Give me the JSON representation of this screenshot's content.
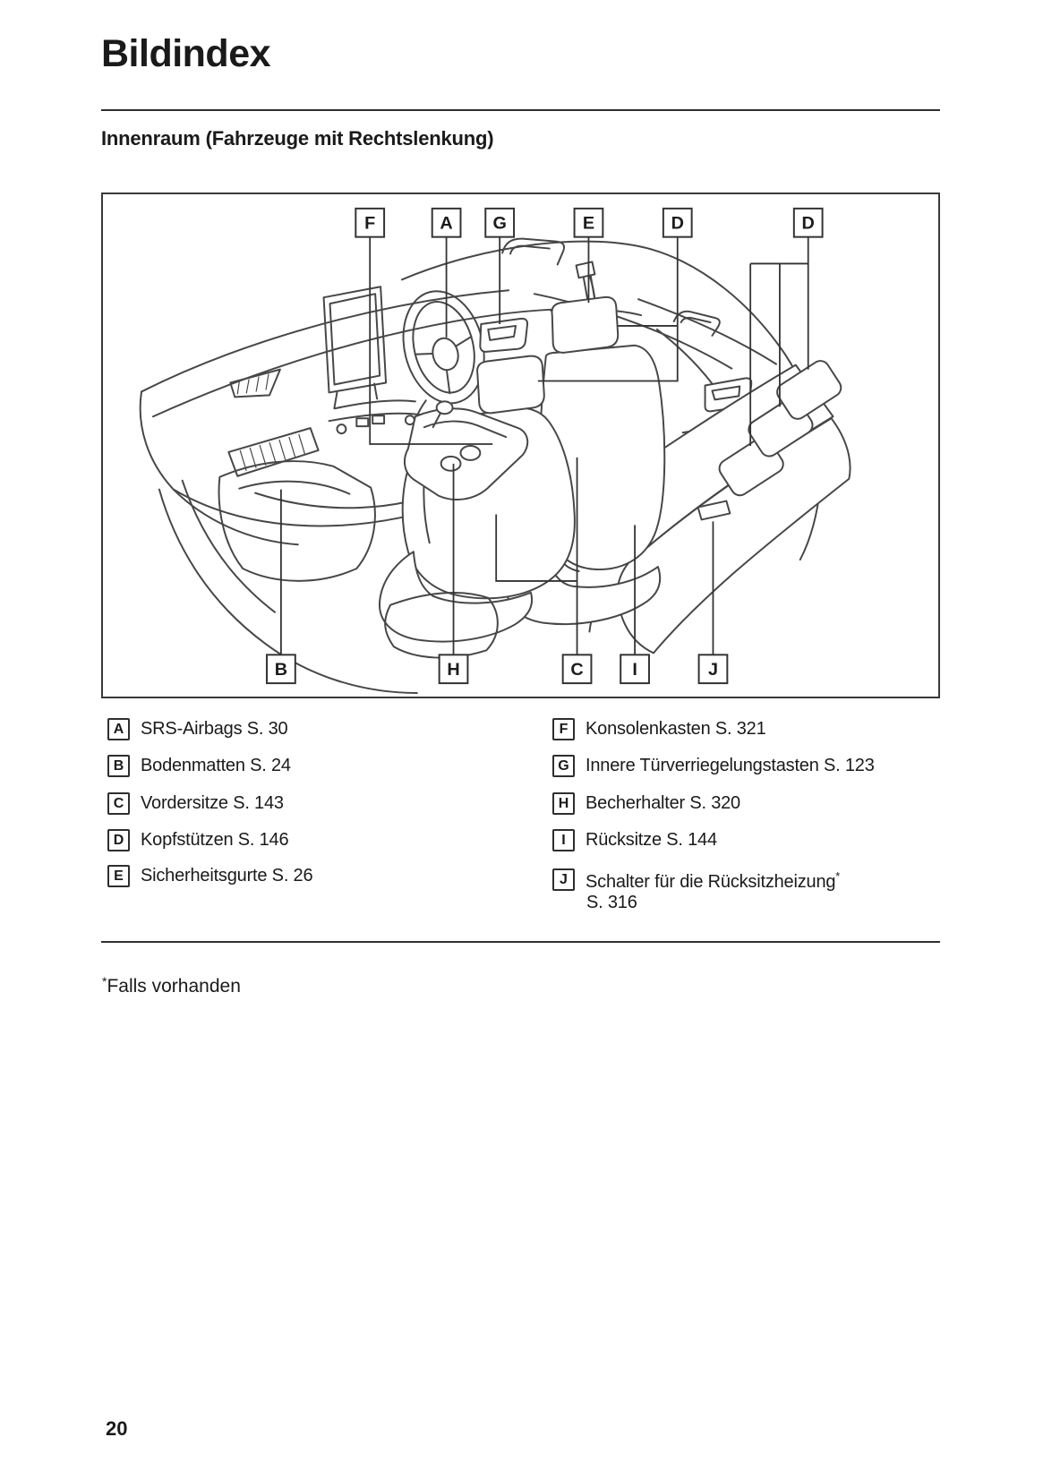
{
  "page": {
    "title": "Bildindex",
    "section_heading": "Innenraum (Fahrzeuge mit Rechtslenkung)",
    "number": "20"
  },
  "diagram": {
    "description": "line-drawing of vehicle interior, right-hand drive",
    "top_callouts": [
      "F",
      "A",
      "G",
      "E",
      "D",
      "D"
    ],
    "bottom_callouts": [
      "B",
      "H",
      "C",
      "I",
      "J"
    ]
  },
  "legend": {
    "left": [
      {
        "key": "A",
        "label": "SRS-Airbags S. 30"
      },
      {
        "key": "B",
        "label": "Bodenmatten S. 24"
      },
      {
        "key": "C",
        "label": "Vordersitze S. 143"
      },
      {
        "key": "D",
        "label": "Kopfstützen S. 146"
      },
      {
        "key": "E",
        "label": "Sicherheitsgurte S. 26"
      }
    ],
    "right": [
      {
        "key": "F",
        "label": "Konsolenkasten S. 321"
      },
      {
        "key": "G",
        "label": "Innere Türverriegelungstasten S. 123"
      },
      {
        "key": "H",
        "label": "Becherhalter S. 320"
      },
      {
        "key": "I",
        "label": "Rücksitze S. 144"
      },
      {
        "key": "J",
        "label": "Schalter für die Rücksitzheizung",
        "footnote_marker": "*",
        "label_line2": "S. 316"
      }
    ]
  },
  "footnote": {
    "marker": "*",
    "text": "Falls vorhanden"
  },
  "colors": {
    "text": "#1a1a1a",
    "line_art": "#474747",
    "callout": "#333333",
    "background": "#ffffff"
  }
}
